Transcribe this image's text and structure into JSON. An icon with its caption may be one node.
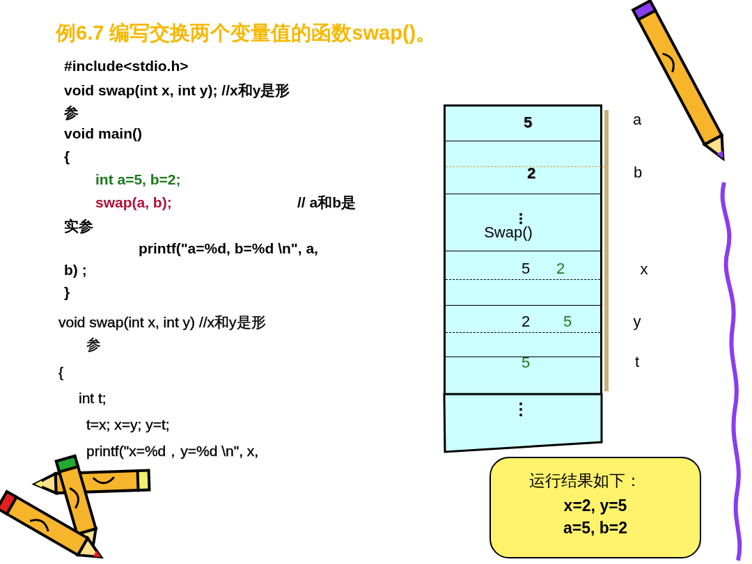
{
  "diagram": {
    "title": "例6.7  编写交换两个变量值的函数swap()。",
    "nodes": [
      {
        "text": [
          "5"
        ],
        "beside": [
          "a"
        ]
      },
      {
        "text": [
          "2"
        ],
        "beside": [
          "b"
        ]
      },
      {
        "text": [
          "Swap()"
        ]
      },
      {
        "text": [
          "5",
          "2"
        ],
        "beside": [
          "x"
        ]
      },
      {
        "text": [
          "2",
          "5"
        ],
        "beside": [
          "y"
        ]
      },
      {
        "text": [
          "5"
        ],
        "beside": [
          "t"
        ]
      },
      {
        "text": [],
        "shape": "box"
      },
      {
        "text": [
          "运行结果如下：",
          "x=2, y=5",
          "a=5, b=2"
        ]
      }
    ],
    "labels": [
      "#include<stdio.h>",
      "void swap(int x, int y); //x和y是形",
      "参",
      "void main()",
      "{",
      "int a=5, b=2;",
      "swap(a, b);",
      "// a和b是",
      "实参",
      "printf(\"a=%d, b=%d \\n\", a,",
      "b) ;",
      "}",
      "void swap(int x, int y) //x和y是形",
      "参",
      "{",
      "int   t;",
      "t=x;  x=y;  y=t;",
      "printf(\"x=%d，y=%d \\n\", x,"
    ]
  }
}
